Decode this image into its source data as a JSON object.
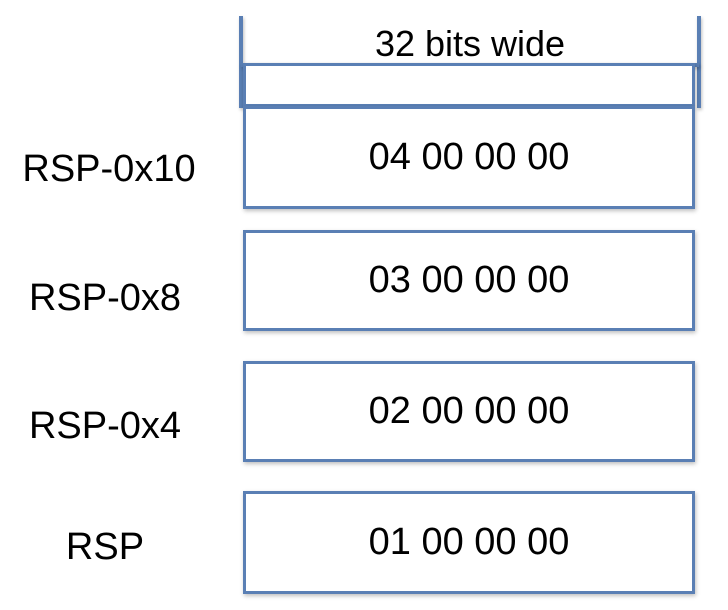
{
  "diagram": {
    "width_label": "32 bits wide",
    "rows": [
      {
        "address": "RSP-0x10",
        "value": "04 00 00 00"
      },
      {
        "address": "RSP-0x8",
        "value": "03 00 00 00"
      },
      {
        "address": "RSP-0x4",
        "value": "02 00 00 00"
      },
      {
        "address": "RSP",
        "value": "01 00 00 00"
      }
    ],
    "colors": {
      "border": "#5a7fb4",
      "text": "#000000",
      "background": "#ffffff"
    }
  }
}
